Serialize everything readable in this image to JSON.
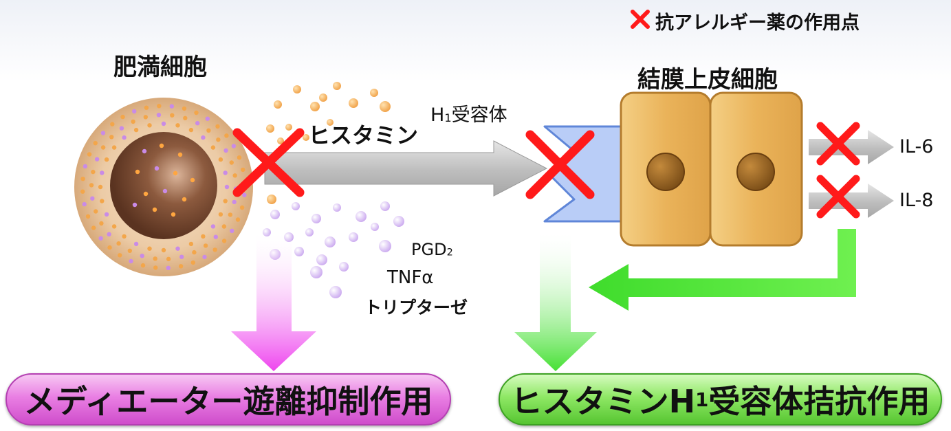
{
  "legend": {
    "icon": "red-x-icon",
    "label": "抗アレルギー薬の作用点"
  },
  "mast_cell": {
    "label": "肥満細胞"
  },
  "conj_cell": {
    "label": "結膜上皮細胞"
  },
  "histamine": {
    "label": "ヒスタミン"
  },
  "receptor": {
    "label_main": "H",
    "label_sub": "1",
    "label_rest": "受容体"
  },
  "mediators": {
    "pgd_main": "PGD",
    "pgd_sub": "2",
    "tnf": "TNFα",
    "tryptase": "トリプターゼ"
  },
  "cytokines": {
    "il6": "IL-6",
    "il8": "IL-8"
  },
  "bottom": {
    "left_label": "メディエーター遊離抑制作用",
    "right_main": "ヒスタミンH",
    "right_sub": "1",
    "right_rest": "受容体拮抗作用"
  },
  "colors": {
    "block_x": "#ff1a1a",
    "epithelium": "#e9b45a",
    "receptor": "#b9cdf7",
    "magenta_arrow": "#ee55ee",
    "green_arrow": "#4fe23a",
    "gray_arrow": "#b8b8b8"
  }
}
